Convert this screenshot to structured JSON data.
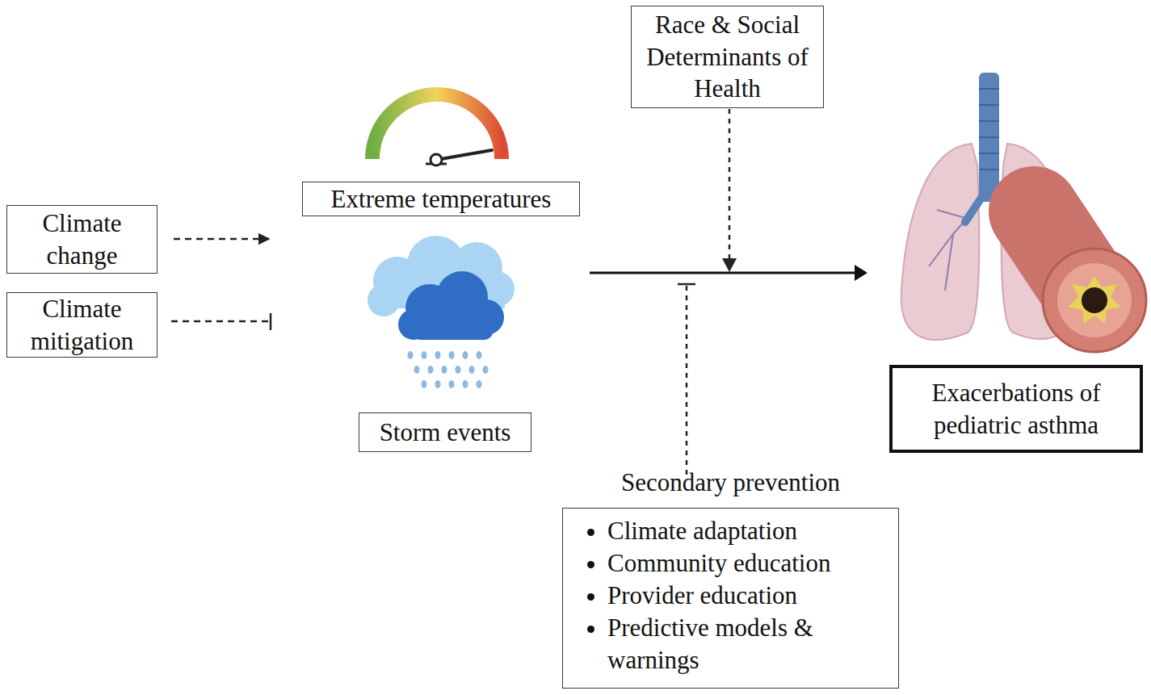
{
  "diagram": {
    "nodes": [
      {
        "text": [
          "Climate change"
        ]
      },
      {
        "text": [
          "Climate mitigation"
        ]
      },
      {
        "text": [
          "Race & Social Determinants of Health"
        ]
      },
      {
        "text": [
          "Extreme temperatures"
        ]
      },
      {
        "text": [
          "Storm events"
        ]
      },
      {
        "text": [
          "Exacerbations of pediatric asthma"
        ]
      },
      {
        "text": [
          "Secondary prevention",
          "Climate adaptation",
          "Community education",
          "Provider education",
          "Predictive models & warnings"
        ]
      }
    ]
  }
}
